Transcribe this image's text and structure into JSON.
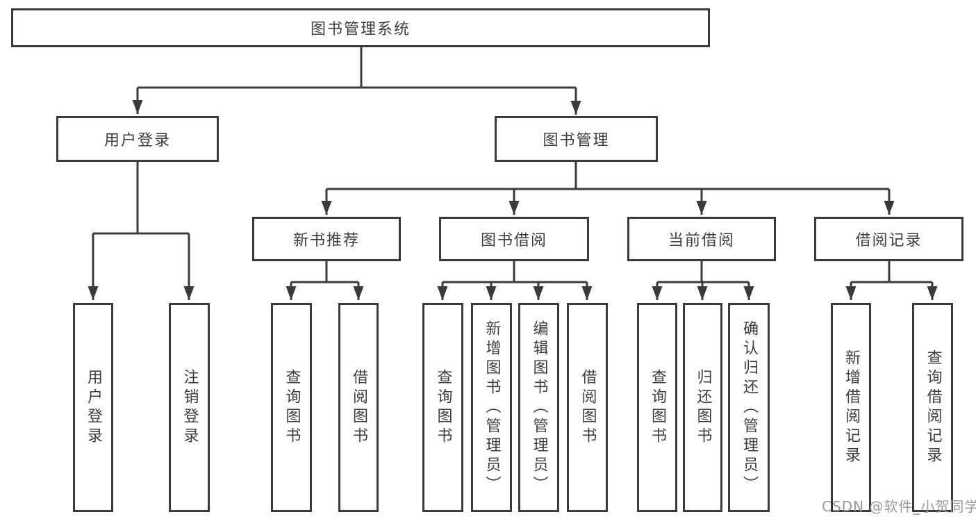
{
  "diagram": {
    "title": "图书管理系统",
    "watermark": "CSDN @软件_小贺同学",
    "colors": {
      "background": "#ffffff",
      "line": "#3a3a3a",
      "text": "#3d3d3d",
      "watermark": "#9a9a9a"
    },
    "nodes": {
      "root": {
        "label": "图书管理系统"
      },
      "user_login": {
        "label": "用户登录"
      },
      "book_mgmt": {
        "label": "图书管理"
      },
      "new_book_rec": {
        "label": "新书推荐"
      },
      "book_borrow": {
        "label": "图书借阅"
      },
      "current_borrow": {
        "label": "当前借阅"
      },
      "borrow_record": {
        "label": "借阅记录"
      }
    },
    "leaves": {
      "user_login": [
        {
          "label": "用户登录"
        },
        {
          "label": "注销登录"
        }
      ],
      "new_book_rec": [
        {
          "label": "查询图书"
        },
        {
          "label": "借阅图书"
        }
      ],
      "book_borrow": [
        {
          "label": "查询图书"
        },
        {
          "label": "新增图书（管理员）"
        },
        {
          "label": "编辑图书（管理员）"
        },
        {
          "label": "借阅图书"
        }
      ],
      "current_borrow": [
        {
          "label": "查询图书"
        },
        {
          "label": "归还图书"
        },
        {
          "label": "确认归还（管理员）"
        }
      ],
      "borrow_record": [
        {
          "label": "新增借阅记录"
        },
        {
          "label": "查询借阅记录"
        }
      ]
    }
  }
}
